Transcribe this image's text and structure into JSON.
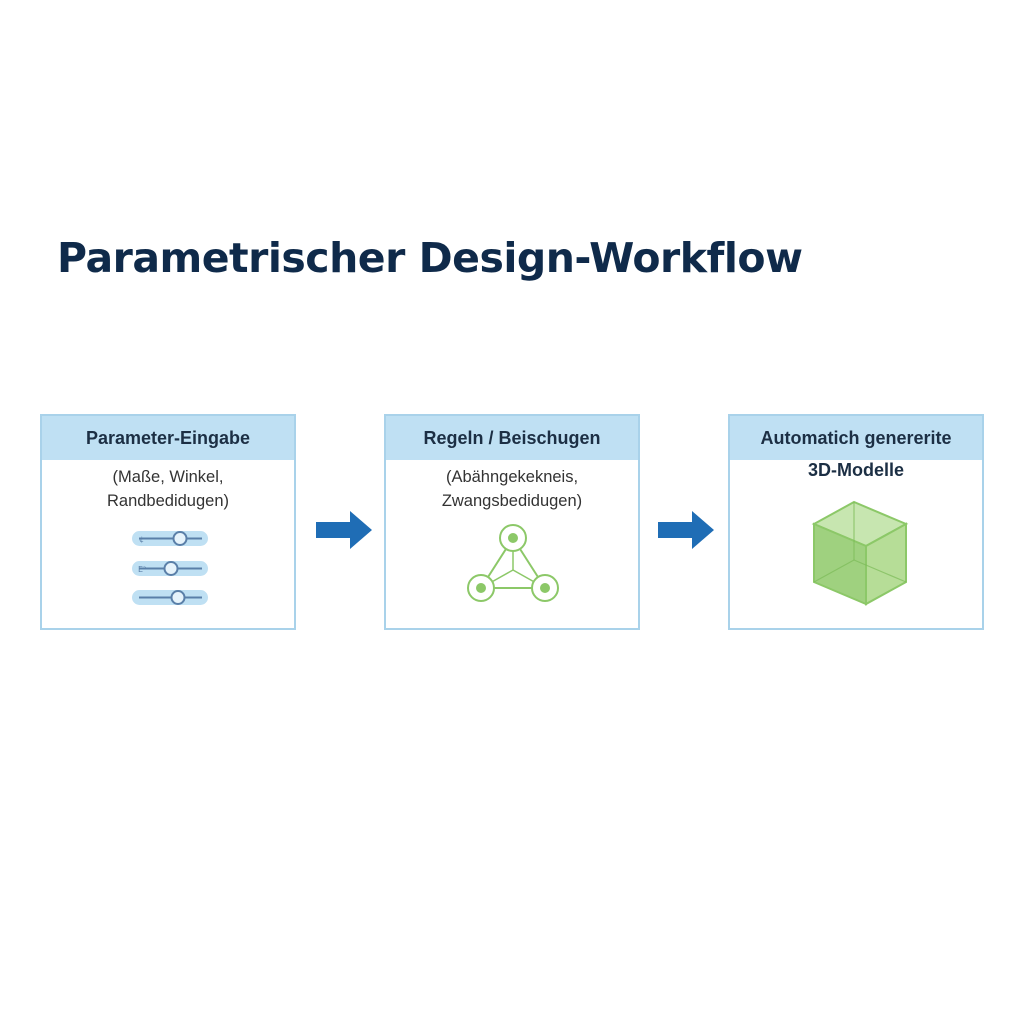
{
  "title": "Parametrischer Design-Workflow",
  "steps": [
    {
      "heading": "Parameter-Eingabe",
      "description_lines": [
        "(Maße, Winkel,",
        "Randbedidugen)"
      ],
      "icon": "sliders-icon"
    },
    {
      "heading": "Regeln / Beischugen",
      "description_lines": [
        "(Abähngekekneis,",
        "Zwangsbedidugen)"
      ],
      "icon": "constraint-graph-icon"
    },
    {
      "heading_lines": [
        "Automatich genererite",
        "3D-Modelle"
      ],
      "icon": "cube-icon"
    }
  ],
  "colors": {
    "title": "#0f2a4a",
    "box_border": "#a9d2ea",
    "box_header": "#bfe0f3",
    "arrow": "#1f6db5",
    "icon_green": "#8cc868",
    "slider_track": "#bfe0f3",
    "slider_knob": "#5a7fa8"
  }
}
